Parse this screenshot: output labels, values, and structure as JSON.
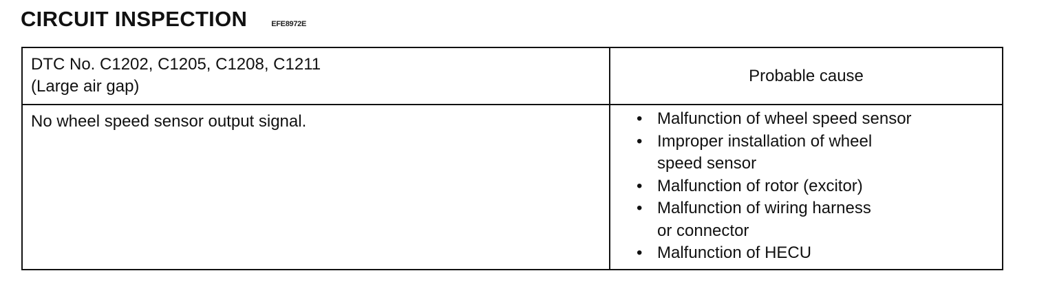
{
  "heading": {
    "title": "CIRCUIT INSPECTION",
    "code": "EFE8972E"
  },
  "table": {
    "header": {
      "dtc_line1": "DTC No.  C1202, C1205, C1208, C1211",
      "dtc_line2": "(Large air gap)",
      "probable_cause": "Probable cause"
    },
    "row": {
      "description": "No wheel speed sensor output signal.",
      "causes": [
        {
          "lines": [
            "Malfunction of wheel speed sensor"
          ]
        },
        {
          "lines": [
            "Improper installation of wheel",
            "speed sensor"
          ]
        },
        {
          "lines": [
            "Malfunction of rotor (excitor)"
          ]
        },
        {
          "lines": [
            "Malfunction of wiring harness",
            "or connector"
          ]
        },
        {
          "lines": [
            "Malfunction of HECU"
          ]
        }
      ],
      "bullet": "•"
    }
  }
}
